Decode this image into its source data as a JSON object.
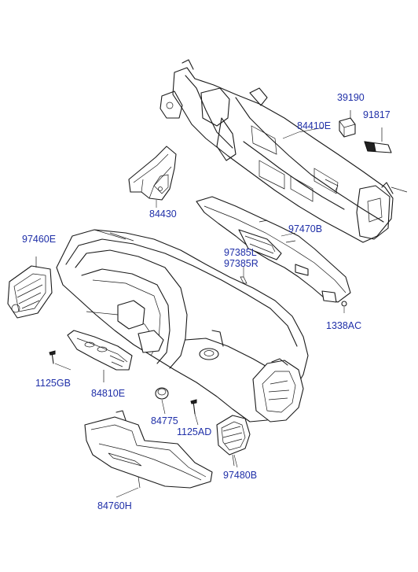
{
  "colors": {
    "label": "#1f2fa8",
    "line": "#1a1a1a",
    "background": "#ffffff"
  },
  "labels": {
    "p39190": "39190",
    "p91817": "91817",
    "p84410E": "84410E",
    "p84430": "84430",
    "p97470B": "97470B",
    "p97460E": "97460E",
    "p97385L": "97385L",
    "p97385R": "97385R",
    "p1338AC": "1338AC",
    "p1125GB": "1125GB",
    "p84810E": "84810E",
    "p84775": "84775",
    "p1125AD": "1125AD",
    "p97480B": "97480B",
    "p84760H": "84760H"
  }
}
